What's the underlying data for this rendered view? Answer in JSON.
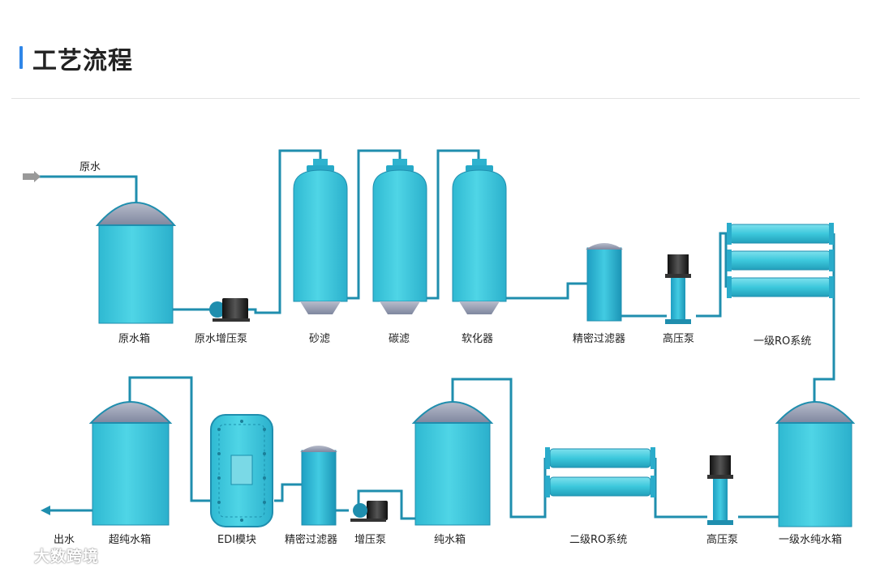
{
  "page": {
    "title": "工艺流程"
  },
  "labels": {
    "raw_water": "原水",
    "raw_tank": "原水箱",
    "raw_pump": "原水增压泵",
    "sand_filter": "砂滤",
    "carbon_filter": "碳滤",
    "softener": "软化器",
    "precision_filter_1": "精密过滤器",
    "high_pump_1": "高压泵",
    "ro_1": "一级RO系统",
    "outlet": "出水",
    "ultra_tank": "超纯水箱",
    "edi": "EDI模块",
    "precision_filter_2": "精密过滤器",
    "boost_pump": "增压泵",
    "pure_tank": "纯水箱",
    "ro_2": "二级RO系统",
    "high_pump_2": "高压泵",
    "ro1_tank": "一级水纯水箱"
  },
  "watermark": {
    "text": "大数跨境"
  },
  "colors": {
    "pipe": "#1f93b3",
    "vessel": "#3cc8dc",
    "dome": "#8e96ad",
    "accent": "#2f86e8"
  }
}
